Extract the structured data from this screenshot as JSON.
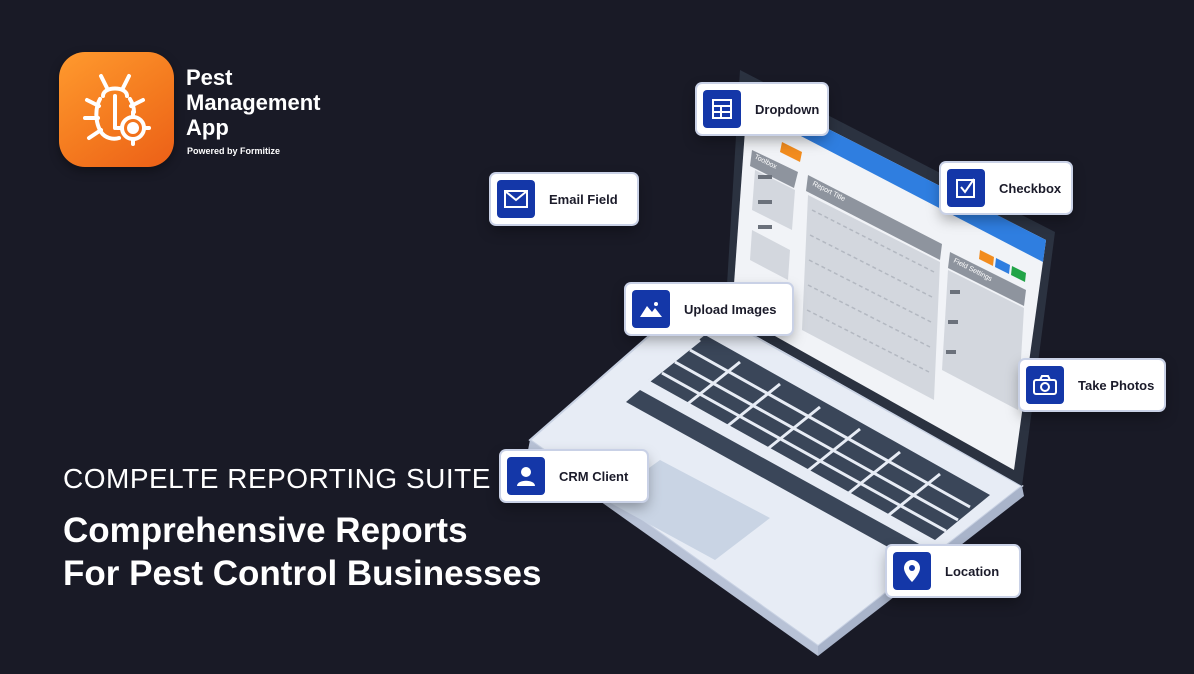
{
  "brand": {
    "line1": "Pest",
    "line2": "Management",
    "line3": "App",
    "powered_by": "Powered by Formitize",
    "logo_icon": "bug-target-icon",
    "accent": "#f47a1f"
  },
  "hero": {
    "subtitle": "COMPELTE REPORTING SUITE",
    "headline_line1": "Comprehensive Reports",
    "headline_line2": "For Pest Control Businesses"
  },
  "features": [
    {
      "label": "Dropdown",
      "icon": "dropdown-icon"
    },
    {
      "label": "Email Field",
      "icon": "email-icon"
    },
    {
      "label": "Checkbox",
      "icon": "checkbox-icon"
    },
    {
      "label": "Upload Images",
      "icon": "image-icon"
    },
    {
      "label": "Take Photos",
      "icon": "camera-icon"
    },
    {
      "label": "CRM Client",
      "icon": "user-icon"
    },
    {
      "label": "Location",
      "icon": "location-pin-icon"
    }
  ],
  "screen": {
    "toolbox_title": "Toolbox",
    "report_title": "Report Title",
    "field_settings_title": "Field Settings"
  },
  "colors": {
    "background": "#191a26",
    "chip_icon": "#1437a8"
  }
}
